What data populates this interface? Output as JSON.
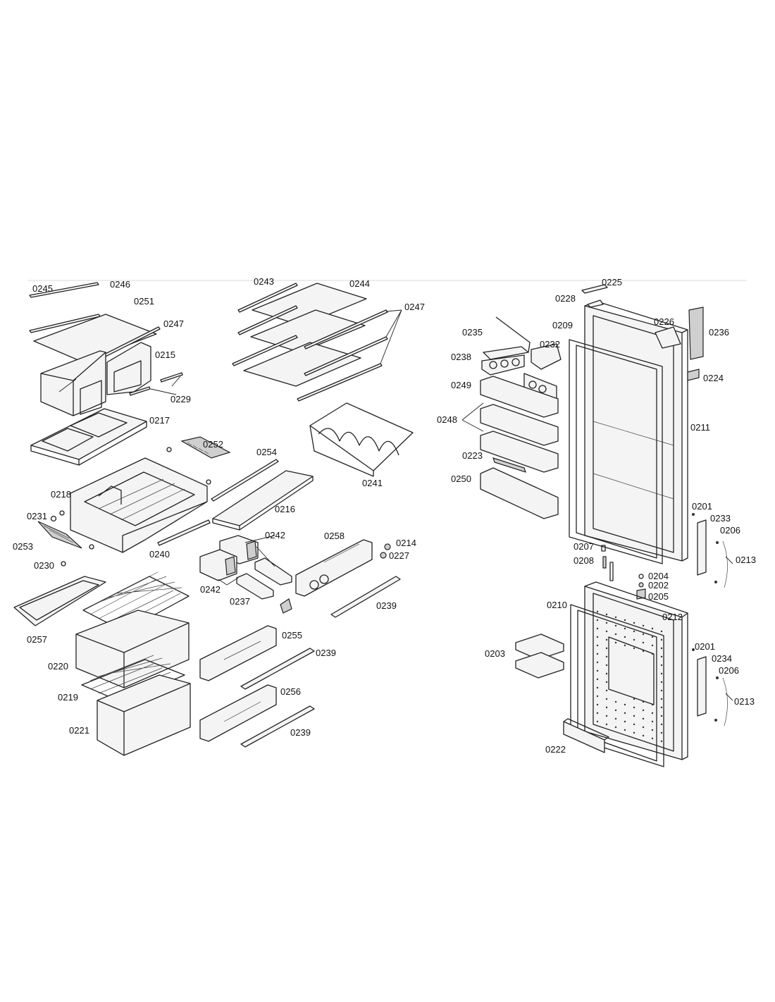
{
  "labels": [
    "0245",
    "0246",
    "0251",
    "0247",
    "0215",
    "0229",
    "0217",
    "0252",
    "0254",
    "0218",
    "0216",
    "0231",
    "0253",
    "0230",
    "0240",
    "0243",
    "0244",
    "0247",
    "0241",
    "0242",
    "0258",
    "0214",
    "0227",
    "0242",
    "0237",
    "0239",
    "0257",
    "0220",
    "0255",
    "0239",
    "0219",
    "0256",
    "0221",
    "0239",
    "0225",
    "0228",
    "0226",
    "0236",
    "0209",
    "0235",
    "0232",
    "0238",
    "0224",
    "0249",
    "0211",
    "0248",
    "0223",
    "0250",
    "0201",
    "0233",
    "0206",
    "0207",
    "0213",
    "0208",
    "0204",
    "0202",
    "0205",
    "0210",
    "0212",
    "0201",
    "0203",
    "0234",
    "0206",
    "0213",
    "0222"
  ]
}
